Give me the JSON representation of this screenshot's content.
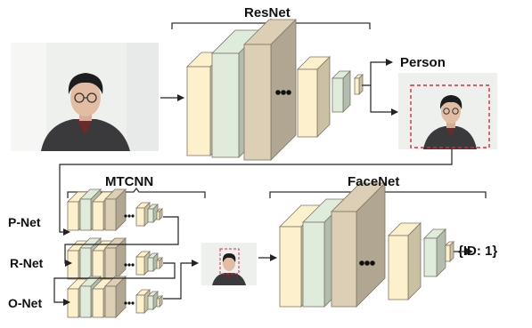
{
  "labels": {
    "resnet": "ResNet",
    "person": "Person",
    "mtcnn": "MTCNN",
    "facenet": "FaceNet",
    "pnet": "P-Net",
    "rnet": "R-Net",
    "onet": "O-Net",
    "output": "{ID: 1}"
  },
  "colors": {
    "yellow": "#fcf1cc",
    "green": "#dfebdb",
    "tan": "#dccfb6",
    "edge": "#7d7565",
    "arrow": "#222222",
    "crop_box": "#e0283a"
  }
}
